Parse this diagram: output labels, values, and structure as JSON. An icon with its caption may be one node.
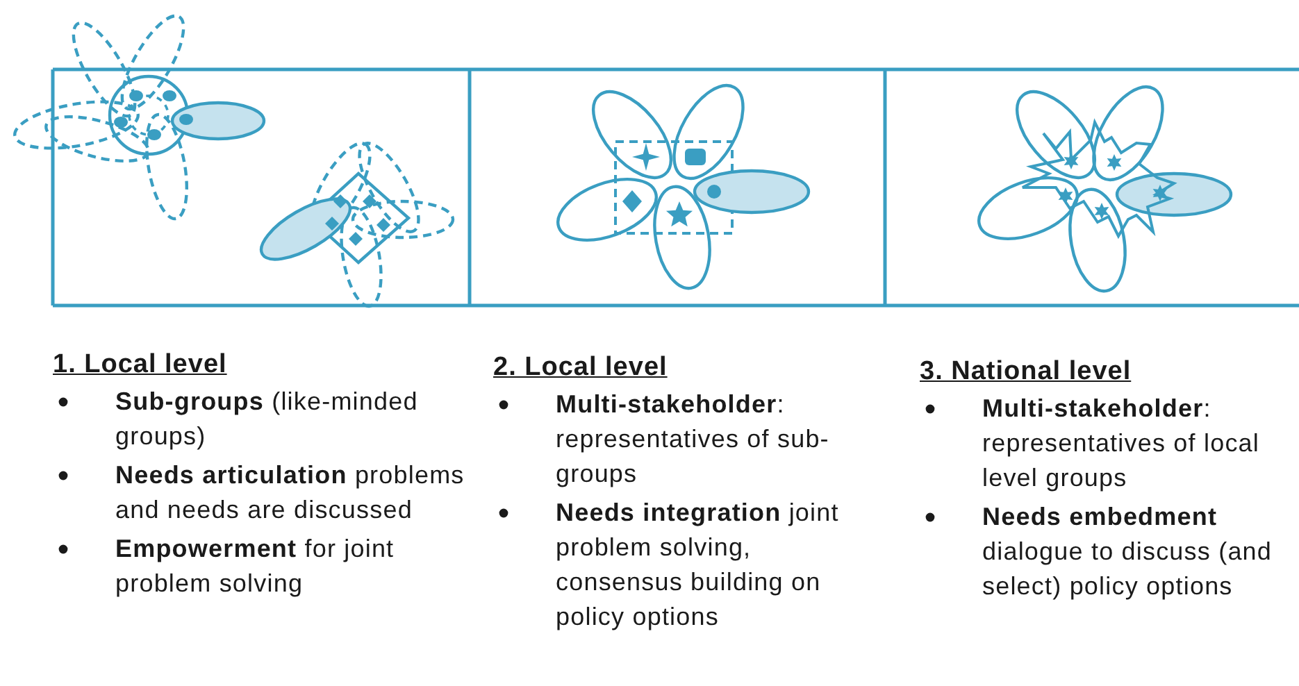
{
  "diagram": {
    "labels": [
      "1. Local level",
      "**Sub-groups** (like-minded groups)",
      "**Needs articulation** problems and needs are discussed",
      "**Empowerment** for joint problem solving",
      "2. Local level",
      "**Multi-stakeholder**: representatives of sub-groups",
      "**Needs integration** joint problem solving, consensus building on policy options",
      "3. National level",
      "**Multi-stakeholder**: representatives of local level groups",
      "**Needs embedment** dialogue to discuss (and select) policy options"
    ]
  }
}
